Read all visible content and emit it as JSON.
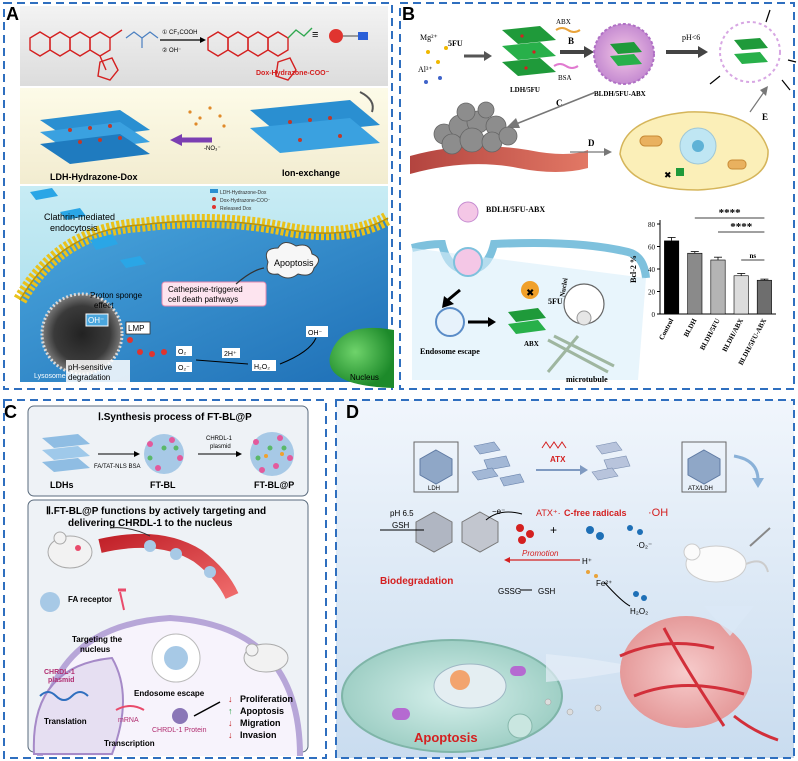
{
  "panelA": {
    "letter": "A",
    "step1": "① CF₃COOH",
    "step2": "② OH⁻",
    "conj_label": "Dox-Hydrazone-COO⁻",
    "ion_exchange": "Ion-exchange",
    "no3": "-NO₃⁻",
    "ldh_dox": "LDH-Hydrazone-Dox",
    "legend": [
      "LDH-Hydrazone-Dox",
      "Dox-Hydrazone-COO⁻",
      "Released Dox"
    ],
    "clathrin_1": "Clathrin-mediated",
    "clathrin_2": "endocytosis",
    "cathepsine_1": "Cathepsine-triggered",
    "cathepsine_2": "cell death pathways",
    "apoptosis": "Apoptosis",
    "proton_1": "Proton sponge",
    "proton_2": "effect",
    "lmp": "LMP",
    "oh_minus": "OH⁻",
    "lysosome": "Lysosome",
    "ph_1": "pH-sensitive",
    "ph_2": "degradation",
    "o2": "O₂",
    "o2_minus": "O₂⁻",
    "h_plus": "2H⁺",
    "h2o2": "H₂O₂",
    "oh_right": "OH⁻",
    "nucleus": "Nucleus"
  },
  "panelB": {
    "letter": "B",
    "mg": "Mg²⁺",
    "al": "Al³⁺",
    "fu": "5FU",
    "abx": "ABX",
    "bsa": "BSA",
    "arrow_b": "B",
    "arrow_c": "C",
    "arrow_d": "D",
    "arrow_e": "E",
    "ph": "pH<6",
    "ldh_5fu": "LDH/5FU",
    "bldh_label": "BLDH/5FU-ABX",
    "bldh_title": "BDLH/5FU-ABX",
    "fu2": "5FU",
    "abx2": "ABX",
    "nuclei": "Nuclei",
    "endosome": "Endosome escape",
    "microtubule": "microtubule"
  },
  "panelC": {
    "letter": "C",
    "title1": "Ⅰ.Synthesis process of FT-BL@P",
    "fa_tat": "FA/TAT-NLS BSA",
    "chrdl_plasmid_1": "CHRDL-1",
    "chrdl_plasmid_2": "plasmid",
    "ldhs": "LDHs",
    "ftbl": "FT-BL",
    "ftblp": "FT-BL@P",
    "title2a": "Ⅱ.FT-BL@P functions by actively targeting and",
    "title2b": "delivering CHRDL-1 to the nucleus",
    "fa_receptor": "FA receptor",
    "targeting_1": "Targeting the",
    "targeting_2": "nucleus",
    "chrdl_cell_1": "CHRDL-1",
    "chrdl_cell_2": "plasmid",
    "translation": "Translation",
    "endosome": "Endosome escape",
    "mrna": "mRNA",
    "protein": "CHRDL-1 Protein",
    "transcription": "Transcription",
    "outcomes": [
      "Proliferation",
      "Apoptosis",
      "Migration",
      "Invasion"
    ]
  },
  "panelD": {
    "letter": "D",
    "ldh": "LDH",
    "atx": "ATX",
    "atx_ldh": "ATX/LDH",
    "ph_65": "pH 6.5",
    "gsh": "GSH",
    "e_minus": "−e⁻",
    "atx_radical": "ATX⁺·",
    "c_free": "C-free radicals",
    "oh_rad": "·OH",
    "o2_rad": "·O₂⁻",
    "promotion": "Promotion",
    "h_plus": "H⁺",
    "biodegradation": "Biodegradation",
    "gssg": "GSSG",
    "gsh2": "GSH",
    "fe": "Fe²⁺",
    "h2o2": "H₂O₂",
    "apoptosis": "Apoptosis"
  },
  "chart_data": {
    "type": "bar",
    "categories": [
      "Control",
      "BLDH",
      "BLDH/5FU",
      "BLDH/ABX",
      "BLDH/5FU-ABX"
    ],
    "values": [
      65,
      54,
      48,
      34,
      30
    ],
    "errors": [
      3,
      1.5,
      2.5,
      2,
      1
    ],
    "colors": [
      "#000000",
      "#8a8a8a",
      "#b4b4b4",
      "#dcdcdc",
      "#6e6e6e"
    ],
    "ylabel": "Bcl-2 %",
    "ylim": [
      0,
      80
    ],
    "yticks": [
      0,
      20,
      40,
      60,
      80
    ],
    "significance": [
      {
        "from": 1,
        "to": 4,
        "label": "****"
      },
      {
        "from": 2,
        "to": 4,
        "label": "****"
      },
      {
        "from": 3,
        "to": 4,
        "label": "ns"
      }
    ]
  }
}
